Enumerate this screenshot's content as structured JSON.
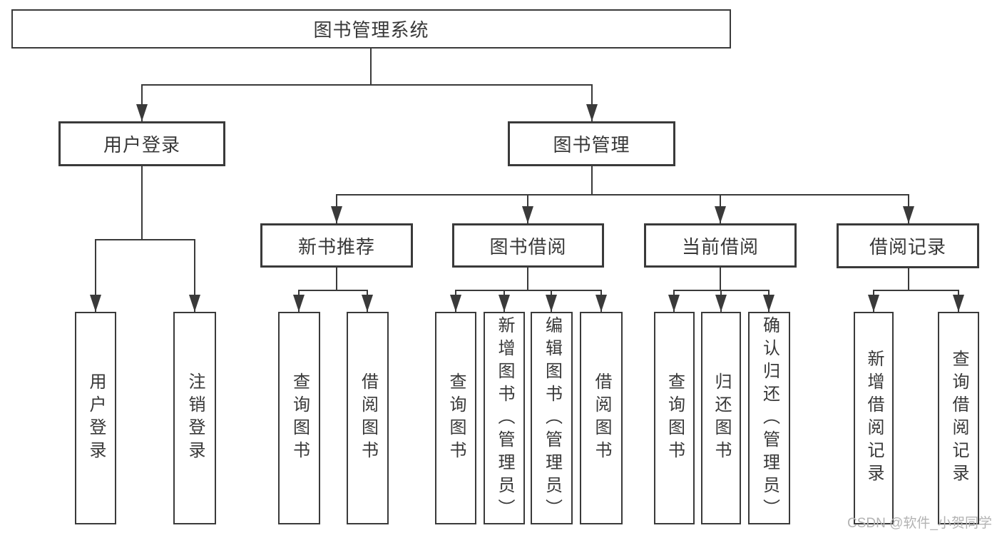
{
  "tree": {
    "label": "图书管理系统",
    "children": [
      {
        "label": "用户登录",
        "children": [
          {
            "label": "用户登录"
          },
          {
            "label": "注销登录"
          }
        ]
      },
      {
        "label": "图书管理",
        "children": [
          {
            "label": "新书推荐",
            "children": [
              {
                "label": "查询图书"
              },
              {
                "label": "借阅图书"
              }
            ]
          },
          {
            "label": "图书借阅",
            "children": [
              {
                "label": "查询图书"
              },
              {
                "label": "新增图书（管理员）"
              },
              {
                "label": "编辑图书（管理员）"
              },
              {
                "label": "借阅图书"
              }
            ]
          },
          {
            "label": "当前借阅",
            "children": [
              {
                "label": "查询图书"
              },
              {
                "label": "归还图书"
              },
              {
                "label": "确认归还（管理员）"
              }
            ]
          },
          {
            "label": "借阅记录",
            "children": [
              {
                "label": "新增借阅记录"
              },
              {
                "label": "查询借阅记录"
              }
            ]
          }
        ]
      }
    ]
  },
  "watermark": {
    "text": "CSDN @软件_小贺同学"
  },
  "colors": {
    "line": "#3a3a3a",
    "text": "#383838",
    "watermark": "#b3b3b3",
    "background": "#ffffff"
  }
}
